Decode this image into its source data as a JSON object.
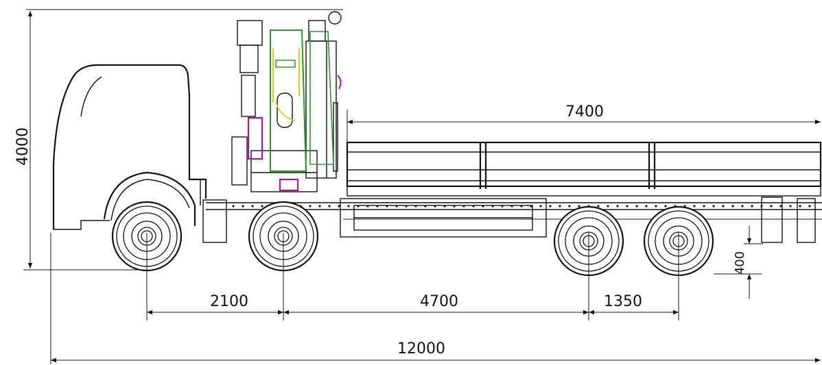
{
  "dimensions": {
    "overall_height": "4000",
    "platform_length": "7400",
    "overall_length": "12000",
    "wheelbase_front": "2100",
    "wheelbase_middle": "4700",
    "wheelbase_rear": "1350",
    "ground_clearance": "400"
  },
  "colors": {
    "line": "#111111",
    "crane_outline": "#1ea01e",
    "crane_accent_magenta": "#c000c0",
    "crane_accent_yellow": "#e0d000"
  }
}
